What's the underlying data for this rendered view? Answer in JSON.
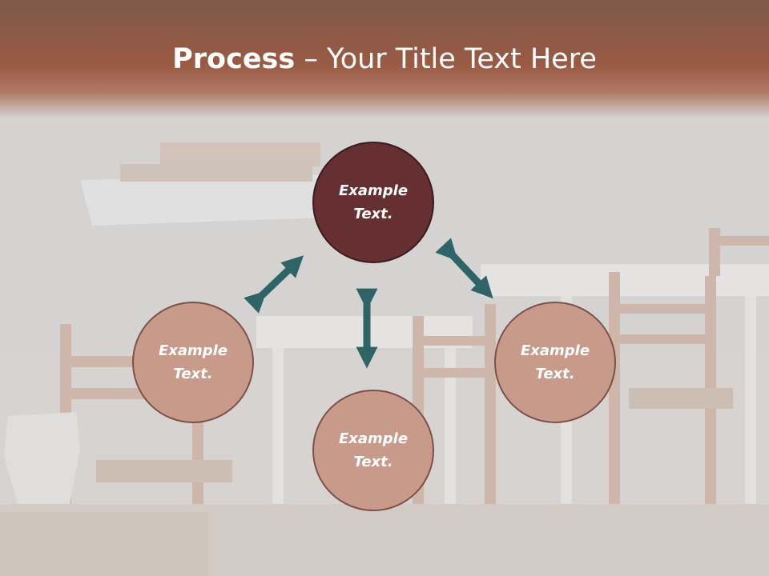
{
  "title": {
    "bold_part": "Process",
    "rest": " – Your Title Text Here"
  },
  "nodes": {
    "top": "Example\nText.",
    "left": "Example\nText.",
    "right": "Example\nText.",
    "bottom": "Example\nText."
  },
  "colors": {
    "title_band": "#9a5a43",
    "center_circle": "#662f31",
    "leaf_circle": "#c89a8a",
    "arrow": "#2f6466"
  }
}
